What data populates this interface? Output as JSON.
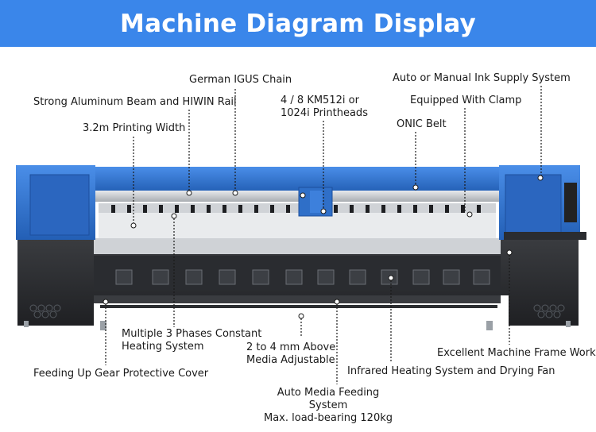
{
  "title": "Machine Diagram Display",
  "labels": {
    "igus_chain": "German IGUS Chain",
    "aluminum_beam": "Strong Aluminum Beam and HIWIN Rail",
    "printing_width": "3.2m Printing Width",
    "printheads_line1": "4 / 8 KM512i or",
    "printheads_line2": "1024i Printheads",
    "ink_supply": "Auto or Manual Ink Supply System",
    "clamp": "Equipped With Clamp",
    "onic_belt": "ONIC Belt",
    "heating_line1": "Multiple 3 Phases Constant",
    "heating_line2": "Heating System",
    "media_line1": "2 to 4 mm Above",
    "media_line2": "Media Adjustable",
    "frame": "Excellent Machine Frame Work",
    "gear_cover": "Feeding Up Gear Protective Cover",
    "infrared": "Infrared Heating System and Drying Fan",
    "feeding_line1": "Auto Media Feeding System",
    "feeding_line2": "Max. load-bearing 120kg"
  },
  "colors": {
    "header": "#3a86ea",
    "machine_blue": "#2f6fc8",
    "machine_dark": "#2d2f33"
  }
}
